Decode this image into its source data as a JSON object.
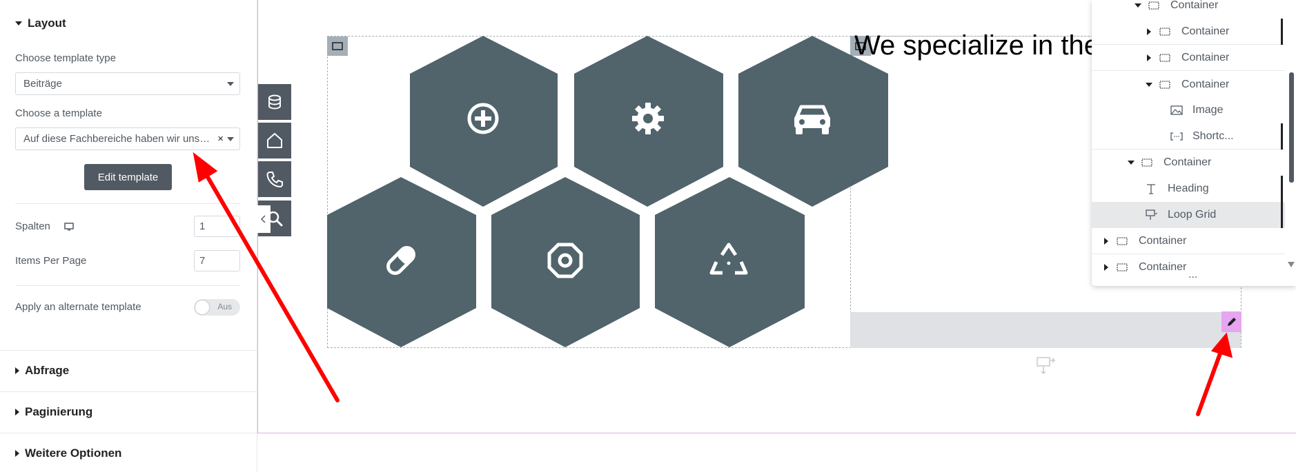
{
  "left_panel": {
    "layout_title": "Layout",
    "template_type_label": "Choose template type",
    "template_type_value": "Beiträge",
    "template_label": "Choose a template",
    "template_value": "Auf diese Fachbereiche haben wir uns s...",
    "edit_template_label": "Edit template",
    "columns_label": "Spalten",
    "columns_value": "1",
    "items_per_page_label": "Items Per Page",
    "items_per_page_value": "7",
    "alternate_label": "Apply an alternate template",
    "alternate_toggle": "Aus",
    "sections": [
      "Abfrage",
      "Paginierung",
      "Weitere Optionen"
    ]
  },
  "canvas": {
    "headline": "We specialize in the",
    "hex_icons": [
      "plus-circle-icon",
      "gear-icon",
      "car-icon",
      "pill-icon",
      "octagon-ring-icon",
      "recycle-icon"
    ],
    "hex_color": "#51636b"
  },
  "navigator": {
    "items": [
      {
        "label": "Container",
        "depth": 2,
        "toggle": "down",
        "icon": "container-icon"
      },
      {
        "label": "Container",
        "depth": 3,
        "toggle": "right",
        "icon": "container-icon"
      },
      {
        "label": "Container",
        "depth": 3,
        "toggle": "right",
        "icon": "container-icon"
      },
      {
        "label": "Container",
        "depth": 3,
        "toggle": "down",
        "icon": "container-icon"
      },
      {
        "label": "Image",
        "depth": 4,
        "toggle": "",
        "icon": "image-icon"
      },
      {
        "label": "Shortc...",
        "depth": 4,
        "toggle": "",
        "icon": "shortcode-icon"
      },
      {
        "label": "Container",
        "depth": 1,
        "toggle": "down",
        "icon": "container-icon"
      },
      {
        "label": "Heading",
        "depth": 2,
        "toggle": "",
        "icon": "heading-icon"
      },
      {
        "label": "Loop Grid",
        "depth": 2,
        "toggle": "",
        "icon": "loop-grid-icon"
      },
      {
        "label": "Container",
        "depth": 0,
        "toggle": "right",
        "icon": "container-icon"
      },
      {
        "label": "Container",
        "depth": 0,
        "toggle": "right",
        "icon": "container-icon"
      }
    ],
    "more": "..."
  },
  "colors": {
    "accent_pink": "#e7a5f0",
    "arrow_red": "#ff0000",
    "button_dark": "#515962"
  }
}
